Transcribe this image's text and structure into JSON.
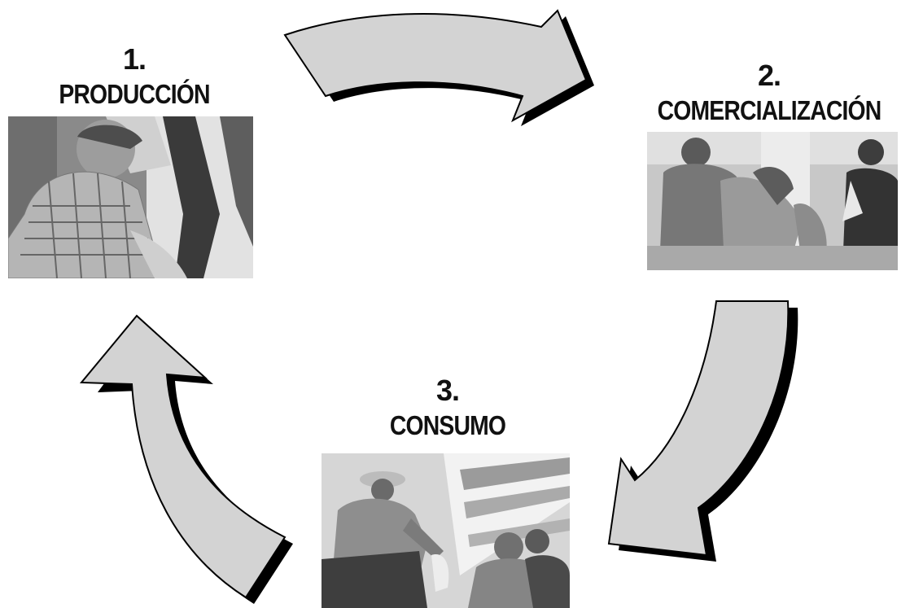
{
  "stages": [
    {
      "id": "produccion",
      "number": "1.",
      "name": "PRODUCCIÓN",
      "photo": "milking-cow-photo"
    },
    {
      "id": "comercializacion",
      "number": "2.",
      "name": "COMERCIALIZACIÓN",
      "photo": "livestock-trading-photo"
    },
    {
      "id": "consumo",
      "number": "3.",
      "name": "CONSUMO",
      "photo": "milk-delivery-photo"
    }
  ],
  "arrows": [
    {
      "from": "produccion",
      "to": "comercializacion"
    },
    {
      "from": "comercializacion",
      "to": "consumo"
    },
    {
      "from": "consumo",
      "to": "produccion"
    }
  ],
  "colors": {
    "arrow_fill": "#d3d3d3",
    "arrow_shadow": "#000000",
    "text": "#111111"
  }
}
